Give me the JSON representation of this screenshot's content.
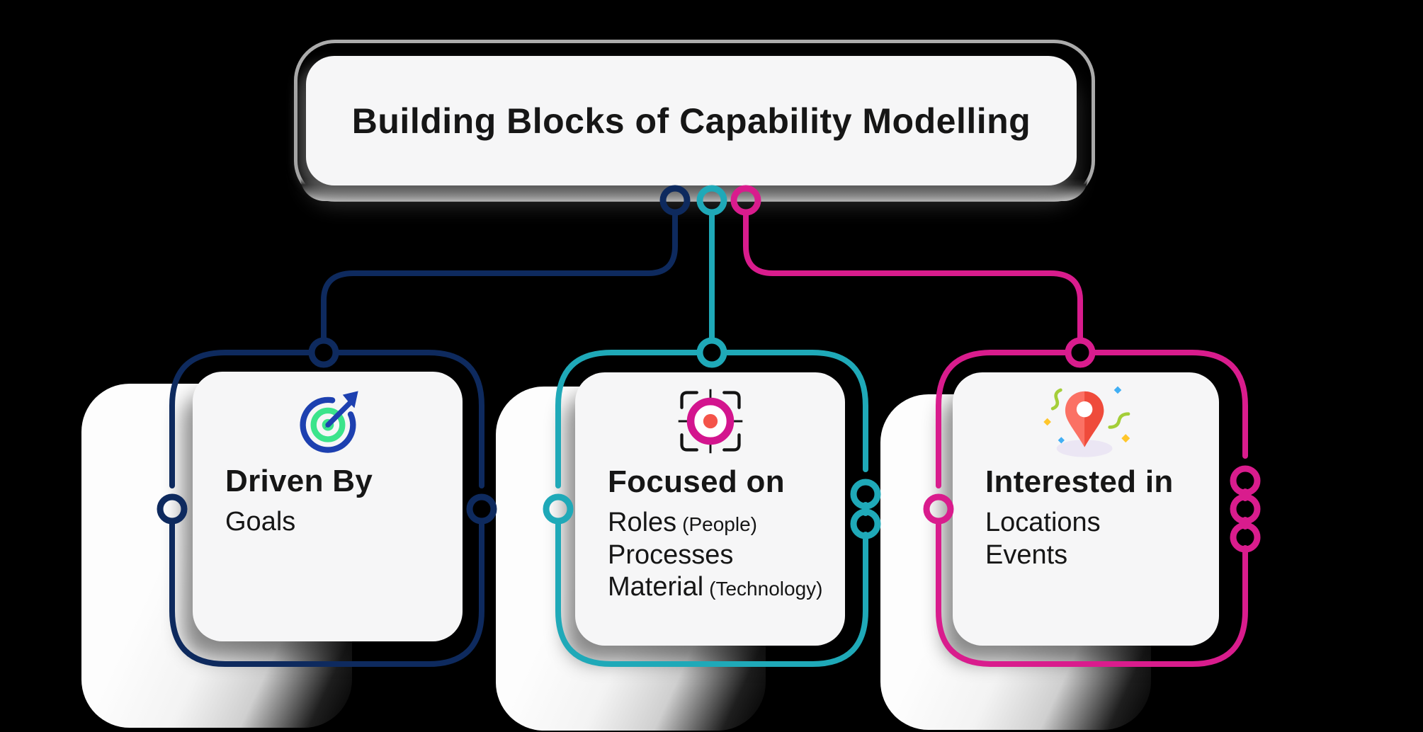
{
  "title": {
    "text": "Building Blocks of Capability Modelling"
  },
  "colors": {
    "navy": "#0E2A5E",
    "teal": "#1FA9B8",
    "magenta": "#D91C8D",
    "outline_gray": "#ABABAB",
    "card_bg": "#F6F6F7",
    "text": "#161616",
    "icon_blue": "#1D40B0",
    "icon_green": "#3BE48B",
    "icon_ring_magenta": "#D3158E",
    "icon_red": "#F4544A",
    "pin_coral_light": "#FB7164",
    "pin_coral_dark": "#EF4B3B",
    "pin_shadow_lavender": "#EBE6F4",
    "confetti_green": "#A4CE39",
    "confetti_blue": "#41AFF4",
    "confetti_yellow": "#FFC62B"
  },
  "cards": [
    {
      "id": "driven-by",
      "accent": "navy",
      "icon": "target-goal-icon",
      "heading": "Driven By",
      "items": [
        {
          "text": "Goals"
        }
      ]
    },
    {
      "id": "focused-on",
      "accent": "teal",
      "icon": "focus-crosshair-icon",
      "heading": "Focused on",
      "items": [
        {
          "text": "Roles",
          "note": "(People)"
        },
        {
          "text": "Processes"
        },
        {
          "text": "Material",
          "note": "(Technology)"
        }
      ]
    },
    {
      "id": "interested-in",
      "accent": "magenta",
      "icon": "location-pin-icon",
      "heading": "Interested in",
      "items": [
        {
          "text": "Locations"
        },
        {
          "text": "Events"
        }
      ]
    }
  ]
}
